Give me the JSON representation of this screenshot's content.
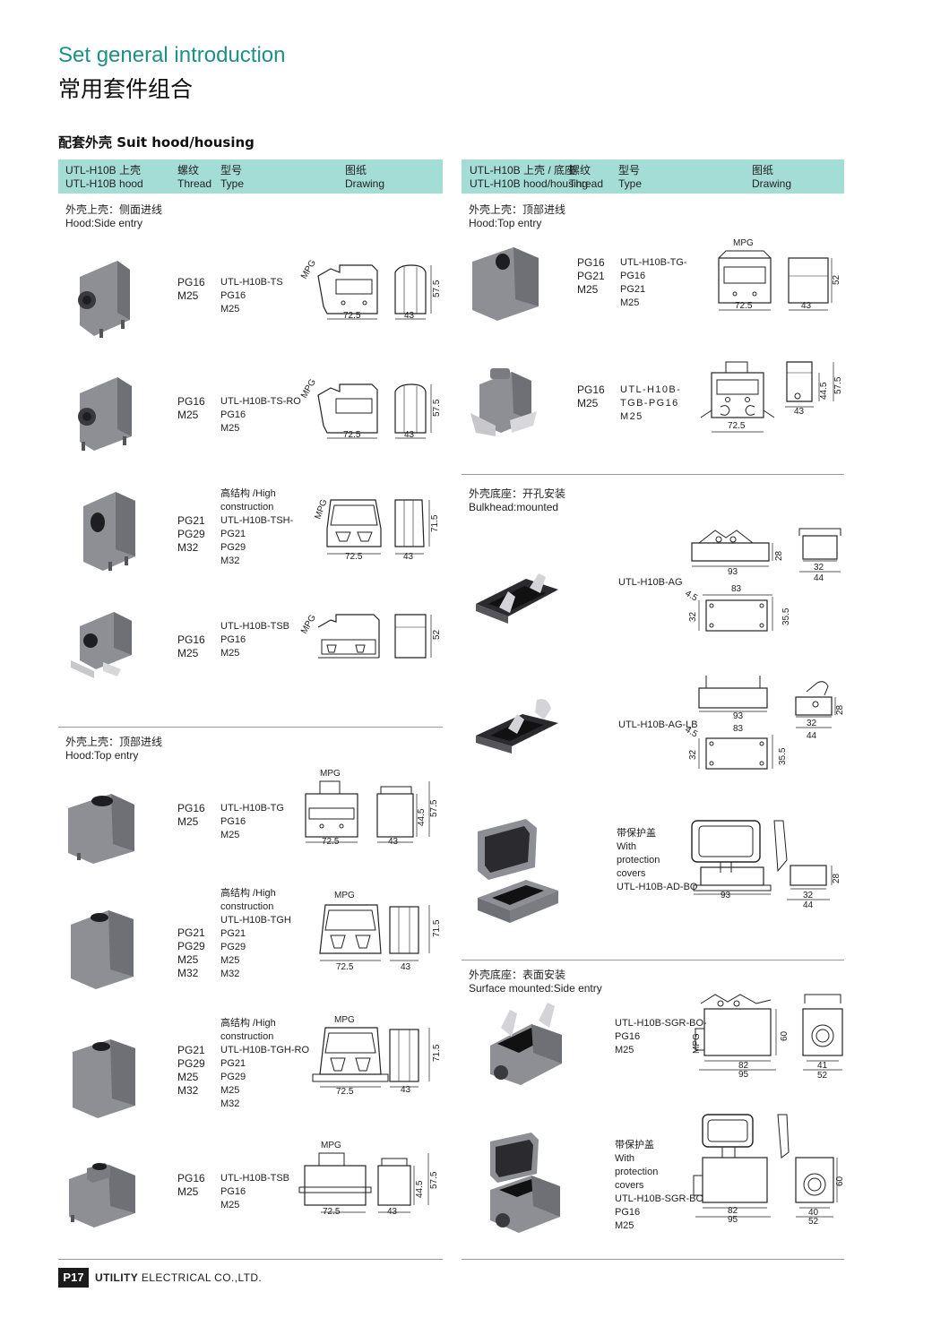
{
  "title_en": "Set general introduction",
  "title_zh": "常用套件组合",
  "section_label": "配套外壳  Suit hood/housing",
  "header_left": {
    "c1": "UTL-H10B 上壳\nUTL-H10B hood",
    "c2": "螺纹\nThread",
    "c3": "型号\nType",
    "c4": "图纸\nDrawing"
  },
  "header_right": {
    "c1": "UTL-H10B 上壳 / 底座\nUTL-H10B hood/housing",
    "c2": "螺纹\nThread",
    "c3": "型号\nType",
    "c4": "图纸\nDrawing"
  },
  "left_groups": [
    {
      "title": "外壳上壳：侧面进线\nHood:Side entry"
    },
    {
      "title": "外壳上壳：顶部进线\nHood:Top entry"
    }
  ],
  "right_groups": [
    {
      "title": "外壳上壳：顶部进线\nHood:Top entry"
    },
    {
      "title": "外壳底座：开孔安装\nBulkhead:mounted"
    },
    {
      "title": "外壳底座：表面安装\nSurface mounted:Side entry"
    }
  ],
  "left_items": [
    {
      "thread": "PG16\nM25",
      "type": "UTL-H10B-TS\nPG16\nM25",
      "dims": [
        "MPG",
        "72.5",
        "43",
        "57.5"
      ]
    },
    {
      "thread": "PG16\nM25",
      "type": "UTL-H10B-TS-RO\nPG16\nM25",
      "dims": [
        "MPG",
        "72.5",
        "43",
        "57.5"
      ]
    },
    {
      "thread": "PG21\nPG29\nM32",
      "type": "高结构 /High\nconstruction\nUTL-H10B-TSH-\nPG21\nPG29\nM32",
      "dims": [
        "MPG",
        "72.5",
        "43",
        "71.5"
      ]
    },
    {
      "thread": "PG16\nM25",
      "type": "UTL-H10B-TSB\nPG16\nM25",
      "dims": [
        "MPG",
        "52"
      ]
    },
    {
      "thread": "PG16\nM25",
      "type": "UTL-H10B-TG\nPG16\nM25",
      "dims": [
        "MPG",
        "72.5",
        "43",
        "44.5",
        "57.5"
      ]
    },
    {
      "thread": "PG21\nPG29\nM25\nM32",
      "type": "高结构 /High\nconstruction\nUTL-H10B-TGH\nPG21\nPG29\nM25\nM32",
      "dims": [
        "MPG",
        "72.5",
        "43",
        "71.5"
      ]
    },
    {
      "thread": "PG21\nPG29\nM25\nM32",
      "type": "高结构 /High\nconstruction\nUTL-H10B-TGH-RO\nPG21\nPG29\nM25\nM32",
      "dims": [
        "MPG",
        "72.5",
        "43",
        "71.5"
      ]
    },
    {
      "thread": "PG16\nM25",
      "type": "UTL-H10B-TSB\nPG16\nM25",
      "dims": [
        "MPG",
        "72.5",
        "43",
        "44.5",
        "57.5"
      ]
    }
  ],
  "right_items": [
    {
      "thread": "PG16\nPG21\nM25",
      "type": "UTL-H10B-TG-\nPG16\nPG21\nM25",
      "dims": [
        "MPG",
        "72.5",
        "43",
        "52"
      ]
    },
    {
      "thread": "PG16\nM25",
      "type": "UTL-H10B-\nTGB-PG16\nM25",
      "dims": [
        "72.5",
        "43",
        "44.5",
        "57.5"
      ]
    },
    {
      "thread": "",
      "type": "UTL-H10B-AG",
      "dims": [
        "93",
        "28",
        "32",
        "44",
        "83",
        "4.5",
        "32",
        "35.5"
      ]
    },
    {
      "thread": "",
      "type": "UTL-H10B-AG-LB",
      "dims": [
        "93",
        "83",
        "4.5",
        "32",
        "35.5",
        "32",
        "44",
        "28"
      ]
    },
    {
      "thread": "",
      "type": "带保护盖\nWith\nprotection\ncovers\nUTL-H10B-AD-BO",
      "dims": [
        "93",
        "32",
        "44",
        "28"
      ]
    },
    {
      "thread": "",
      "type": "UTL-H10B-SGR-BO-\nPG16\nM25",
      "dims": [
        "MPG",
        "60",
        "82",
        "95",
        "41",
        "52"
      ]
    },
    {
      "thread": "",
      "type": "带保护盖\nWith\nprotection\ncovers\nUTL-H10B-SGR-BO\nPG16\nM25",
      "dims": [
        "82",
        "95",
        "40",
        "52",
        "60"
      ]
    }
  ],
  "footer": {
    "page": "P17",
    "company_bold": "UTILITY",
    "company_rest": " ELECTRICAL CO.,LTD."
  },
  "colors": {
    "accent": "#1f8f87",
    "header_bg": "#a3ddd5",
    "part_gray": "#8e8e95",
    "part_dark": "#3a3a3e"
  }
}
